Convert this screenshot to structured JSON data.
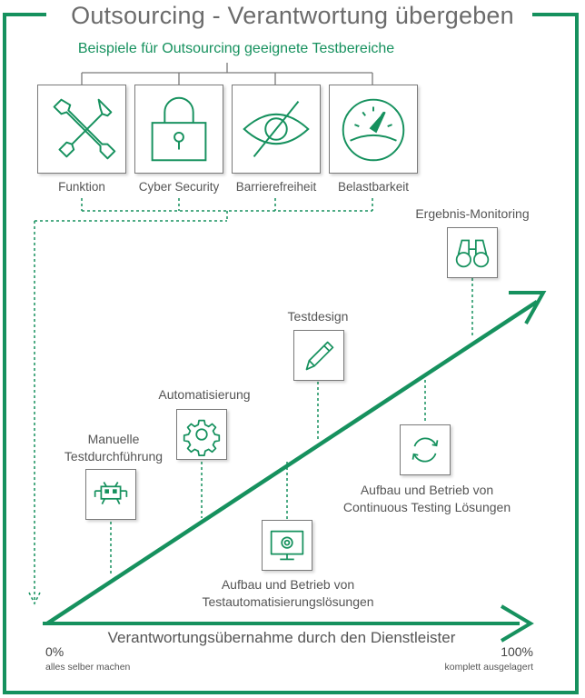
{
  "title": "Outsourcing - Verantwortung übergeben",
  "subtitle": "Beispiele für Outsourcing geeignete Testbereiche",
  "categories": [
    {
      "label": "Funktion",
      "icon": "wrench-screwdriver-icon"
    },
    {
      "label": "Cyber Security",
      "icon": "padlock-icon"
    },
    {
      "label": "Barrierefreiheit",
      "icon": "crossed-eye-icon"
    },
    {
      "label": "Belastbarkeit",
      "icon": "speedometer-icon"
    }
  ],
  "stages": {
    "manual": {
      "label_line1": "Manuelle",
      "label_line2": "Testdurchführung",
      "icon": "space-invader-icon"
    },
    "automation": {
      "label": "Automatisierung",
      "icon": "gear-icon"
    },
    "test_automation_setup": {
      "label_line1": "Aufbau und Betrieb von",
      "label_line2": "Testautomatisierungslösungen",
      "icon": "monitor-gear-icon"
    },
    "testdesign": {
      "label": "Testdesign",
      "icon": "pen-icon"
    },
    "continuous_testing": {
      "label_line1": "Aufbau und Betrieb von",
      "label_line2": "Continuous Testing Lösungen",
      "icon": "refresh-cycle-icon"
    },
    "monitoring": {
      "label": "Ergebnis-Monitoring",
      "icon": "binoculars-icon"
    }
  },
  "axis": {
    "label": "Verantwortungsübernahme durch den Dienstleister",
    "start_value": "0%",
    "start_caption": "alles selber machen",
    "end_value": "100%",
    "end_caption": "komplett ausgelagert"
  },
  "colors": {
    "accent": "#16915e",
    "border": "#7a7a7a",
    "text": "#555555"
  }
}
